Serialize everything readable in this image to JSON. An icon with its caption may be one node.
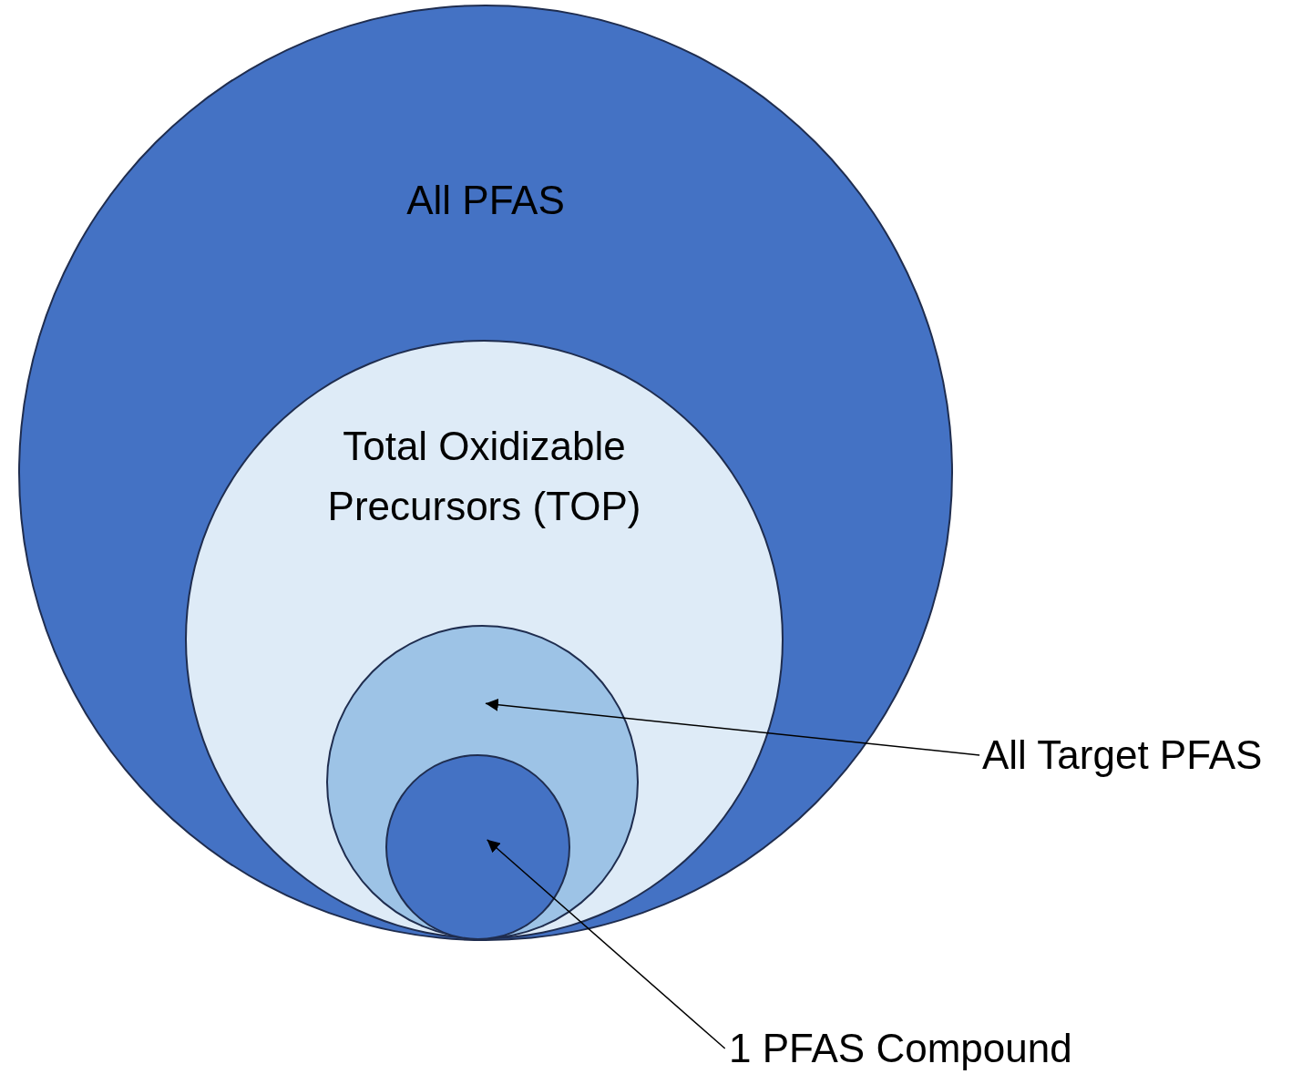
{
  "diagram": {
    "nodes": [
      {
        "text": [
          "All PFAS"
        ]
      },
      {
        "text": [
          "Total Oxidizable Precursors (TOP)"
        ],
        "in": 0
      },
      {
        "text": [],
        "shape": "circle",
        "in": 1
      },
      {
        "text": [],
        "shape": "circle",
        "in": 2
      },
      {
        "text": [
          "All Target PFAS"
        ]
      },
      {
        "text": [
          "1 PFAS Compound"
        ]
      }
    ],
    "edges": [
      {
        "from": 4,
        "to": 2,
        "arrow": "to"
      },
      {
        "from": 5,
        "to": 3,
        "arrow": "to"
      }
    ]
  }
}
